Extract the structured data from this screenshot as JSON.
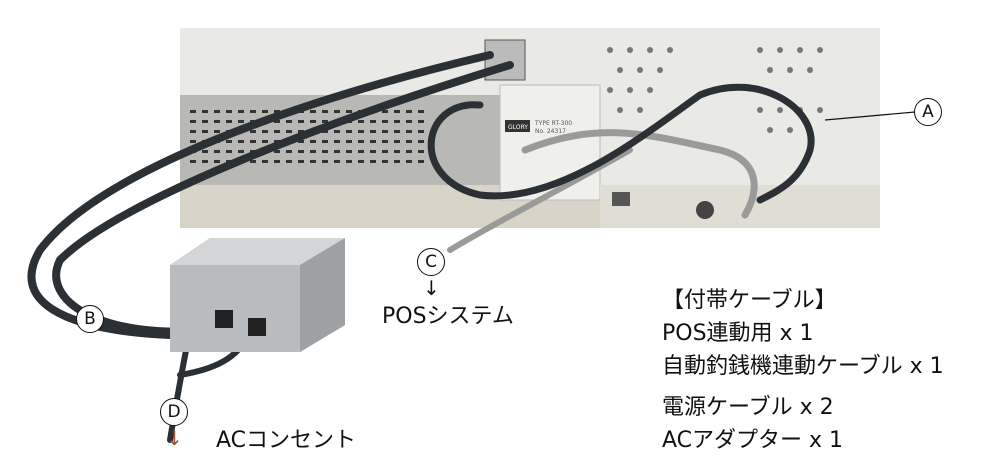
{
  "photo": {
    "brand": "GLORY",
    "type_label": "TYPE RT-300",
    "serial_label": "No. 24317"
  },
  "callouts": {
    "a": "A",
    "b": "B",
    "c": "C",
    "d": "D"
  },
  "destinations": {
    "pos_system": "POSシステム",
    "ac_outlet": "ACコンセント",
    "arrow": "↓"
  },
  "accessories": {
    "title": "【付帯ケーブル】",
    "items": [
      "POS連動用 x 1",
      "自動釣銭機連動ケーブル x 1",
      "電源ケーブル x 2",
      "ACアダプター x 1"
    ]
  },
  "colors": {
    "panel": "#e9e9e6",
    "cable_dark": "#2b3035",
    "cable_gray": "#9a9a98",
    "adapter": "#b9bcbf"
  }
}
